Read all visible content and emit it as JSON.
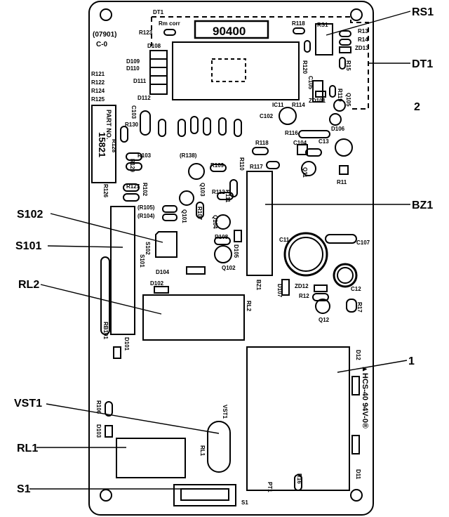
{
  "callouts": {
    "rs1": "RS1",
    "dt1": "DT1",
    "num2": "2",
    "bz1": "BZ1",
    "s102": "S102",
    "s101": "S101",
    "rl2": "RL2",
    "num1": "1",
    "vst1": "VST1",
    "rl1": "RL1",
    "s1": "S1"
  },
  "board": {
    "display_value": "90400",
    "rating": "(07901)",
    "rev": "C-0",
    "part_label": "PART NO.",
    "part_number": "15821",
    "marking": "▲HCS-40 94V-0®"
  },
  "silkscreen": [
    {
      "id": "dt1-board",
      "text": "DT1"
    },
    {
      "id": "rs1-board",
      "text": "RS1"
    },
    {
      "id": "r123",
      "text": "R123"
    },
    {
      "id": "rcm",
      "text": "Rm corr"
    },
    {
      "id": "r118a",
      "text": "R118"
    },
    {
      "id": "r13",
      "text": "R13"
    },
    {
      "id": "r14",
      "text": "R14"
    },
    {
      "id": "zd13",
      "text": "ZD13"
    },
    {
      "id": "d108",
      "text": "D108"
    },
    {
      "id": "d109",
      "text": "D109"
    },
    {
      "id": "d110",
      "text": "D110"
    },
    {
      "id": "d111",
      "text": "D111"
    },
    {
      "id": "d112",
      "text": "D112"
    },
    {
      "id": "r121",
      "text": "R121"
    },
    {
      "id": "r122",
      "text": "R122"
    },
    {
      "id": "r124",
      "text": "R124"
    },
    {
      "id": "r125",
      "text": "R125"
    },
    {
      "id": "r120",
      "text": "R120"
    },
    {
      "id": "r15",
      "text": "R15"
    },
    {
      "id": "c105",
      "text": "C105"
    },
    {
      "id": "r119",
      "text": "R119"
    },
    {
      "id": "q105",
      "text": "Q105"
    },
    {
      "id": "ic11",
      "text": "IC11"
    },
    {
      "id": "c102",
      "text": "C102"
    },
    {
      "id": "r114",
      "text": "R114"
    },
    {
      "id": "zd101",
      "text": "ZD101"
    },
    {
      "id": "r116",
      "text": "R116"
    },
    {
      "id": "d106",
      "text": "D106"
    },
    {
      "id": "c104",
      "text": "C104"
    },
    {
      "id": "c13",
      "text": "C13"
    },
    {
      "id": "c103",
      "text": "C103"
    },
    {
      "id": "r130",
      "text": "R130"
    },
    {
      "id": "r128",
      "text": "R128"
    },
    {
      "id": "r129",
      "text": "R129"
    },
    {
      "id": "r103",
      "text": "R103"
    },
    {
      "id": "r118b",
      "text": "R118"
    },
    {
      "id": "r138",
      "text": "(R138)"
    },
    {
      "id": "r109",
      "text": "R109"
    },
    {
      "id": "r110",
      "text": "R110"
    },
    {
      "id": "r117",
      "text": "R117"
    },
    {
      "id": "q11",
      "text": "Q11"
    },
    {
      "id": "r11",
      "text": "R11"
    },
    {
      "id": "r126",
      "text": "R126"
    },
    {
      "id": "r127",
      "text": "R127"
    },
    {
      "id": "r102",
      "text": "R102"
    },
    {
      "id": "q103",
      "text": "Q103"
    },
    {
      "id": "r112",
      "text": "R112"
    },
    {
      "id": "r111",
      "text": "R111"
    },
    {
      "id": "r105",
      "text": "(R105)"
    },
    {
      "id": "r104",
      "text": "(R104)"
    },
    {
      "id": "r107",
      "text": "R107"
    },
    {
      "id": "q101",
      "text": "Q101"
    },
    {
      "id": "q104",
      "text": "Q104"
    },
    {
      "id": "s102-board",
      "text": "S102"
    },
    {
      "id": "s101-board",
      "text": "S101"
    },
    {
      "id": "r108",
      "text": "R108"
    },
    {
      "id": "d105",
      "text": "D105"
    },
    {
      "id": "d104",
      "text": "D104"
    },
    {
      "id": "q102",
      "text": "Q102"
    },
    {
      "id": "c11",
      "text": "C11"
    },
    {
      "id": "c107",
      "text": "C107"
    },
    {
      "id": "d102",
      "text": "D102"
    },
    {
      "id": "bz1-board",
      "text": "BZ1"
    },
    {
      "id": "d107",
      "text": "D107"
    },
    {
      "id": "zd12",
      "text": "ZD12"
    },
    {
      "id": "r12",
      "text": "R12"
    },
    {
      "id": "c12",
      "text": "C12"
    },
    {
      "id": "r17",
      "text": "R17"
    },
    {
      "id": "q12",
      "text": "Q12"
    },
    {
      "id": "rl2-board",
      "text": "RL2"
    },
    {
      "id": "rb101",
      "text": "RB101"
    },
    {
      "id": "d101",
      "text": "D101"
    },
    {
      "id": "d12",
      "text": "D12"
    },
    {
      "id": "r106",
      "text": "R106"
    },
    {
      "id": "d103",
      "text": "D103"
    },
    {
      "id": "vst1-board",
      "text": "VST1"
    },
    {
      "id": "rl1-board",
      "text": "RL1"
    },
    {
      "id": "pt1",
      "text": "PT1"
    },
    {
      "id": "r16",
      "text": "R16"
    },
    {
      "id": "d11",
      "text": "D11"
    },
    {
      "id": "s1-board",
      "text": "S1"
    }
  ]
}
